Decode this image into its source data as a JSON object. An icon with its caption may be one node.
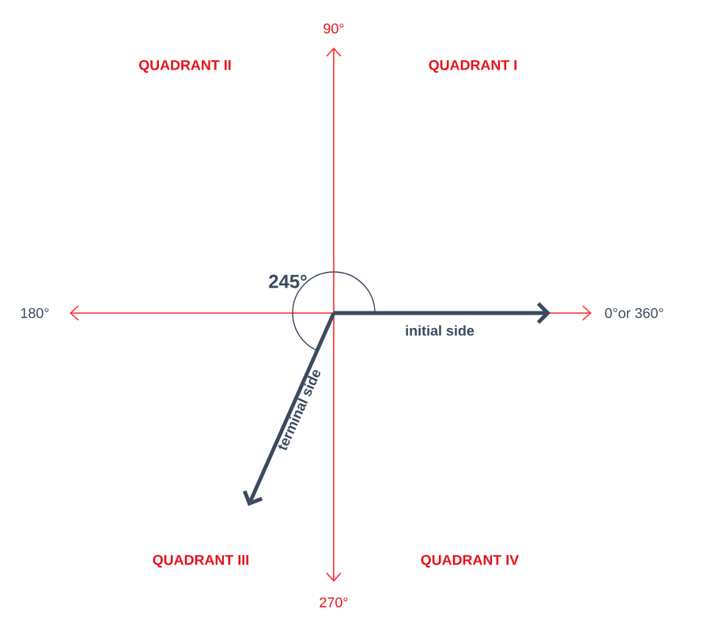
{
  "diagram": {
    "labels": [
      "90°",
      "QUADRANT II",
      "QUADRANT I",
      "245°",
      "180°",
      "0°or 360°",
      "initial side",
      "terminal side",
      "QUADRANT III",
      "QUADRANT IV",
      "270°"
    ]
  }
}
